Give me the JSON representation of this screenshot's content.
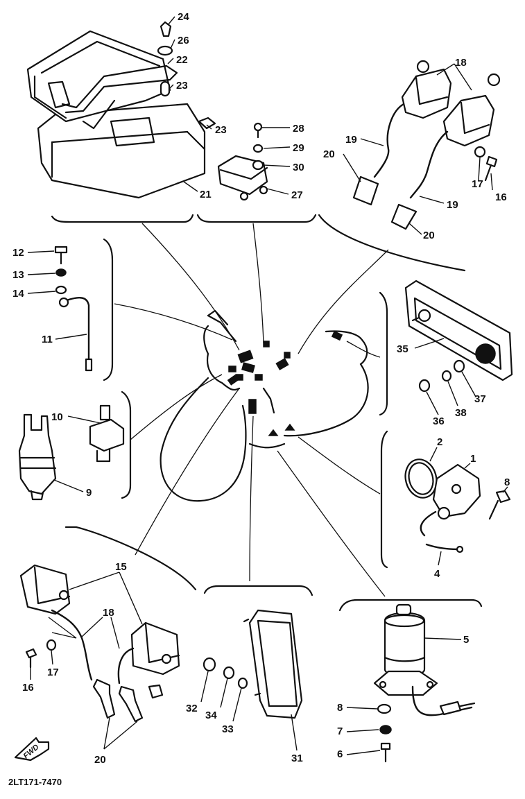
{
  "diagram": {
    "drawing_code": "2LT171-7470",
    "front_marker": "FWD",
    "callouts": [
      {
        "text": "24"
      },
      {
        "text": "26"
      },
      {
        "text": "22"
      },
      {
        "text": "23"
      },
      {
        "text": "23"
      },
      {
        "text": "28"
      },
      {
        "text": "29"
      },
      {
        "text": "30"
      },
      {
        "text": "27"
      },
      {
        "text": "21"
      },
      {
        "text": "18"
      },
      {
        "text": "19"
      },
      {
        "text": "20"
      },
      {
        "text": "17"
      },
      {
        "text": "16"
      },
      {
        "text": "19"
      },
      {
        "text": "20"
      },
      {
        "text": "12"
      },
      {
        "text": "13"
      },
      {
        "text": "14"
      },
      {
        "text": "11"
      },
      {
        "text": "35"
      },
      {
        "text": "36"
      },
      {
        "text": "38"
      },
      {
        "text": "37"
      },
      {
        "text": "10"
      },
      {
        "text": "9"
      },
      {
        "text": "2"
      },
      {
        "text": "1"
      },
      {
        "text": "8"
      },
      {
        "text": "4"
      },
      {
        "text": "15"
      },
      {
        "text": "18"
      },
      {
        "text": "17"
      },
      {
        "text": "16"
      },
      {
        "text": "20"
      },
      {
        "text": "32"
      },
      {
        "text": "34"
      },
      {
        "text": "33"
      },
      {
        "text": "31"
      },
      {
        "text": "5"
      },
      {
        "text": "8"
      },
      {
        "text": "7"
      },
      {
        "text": "6"
      }
    ]
  }
}
